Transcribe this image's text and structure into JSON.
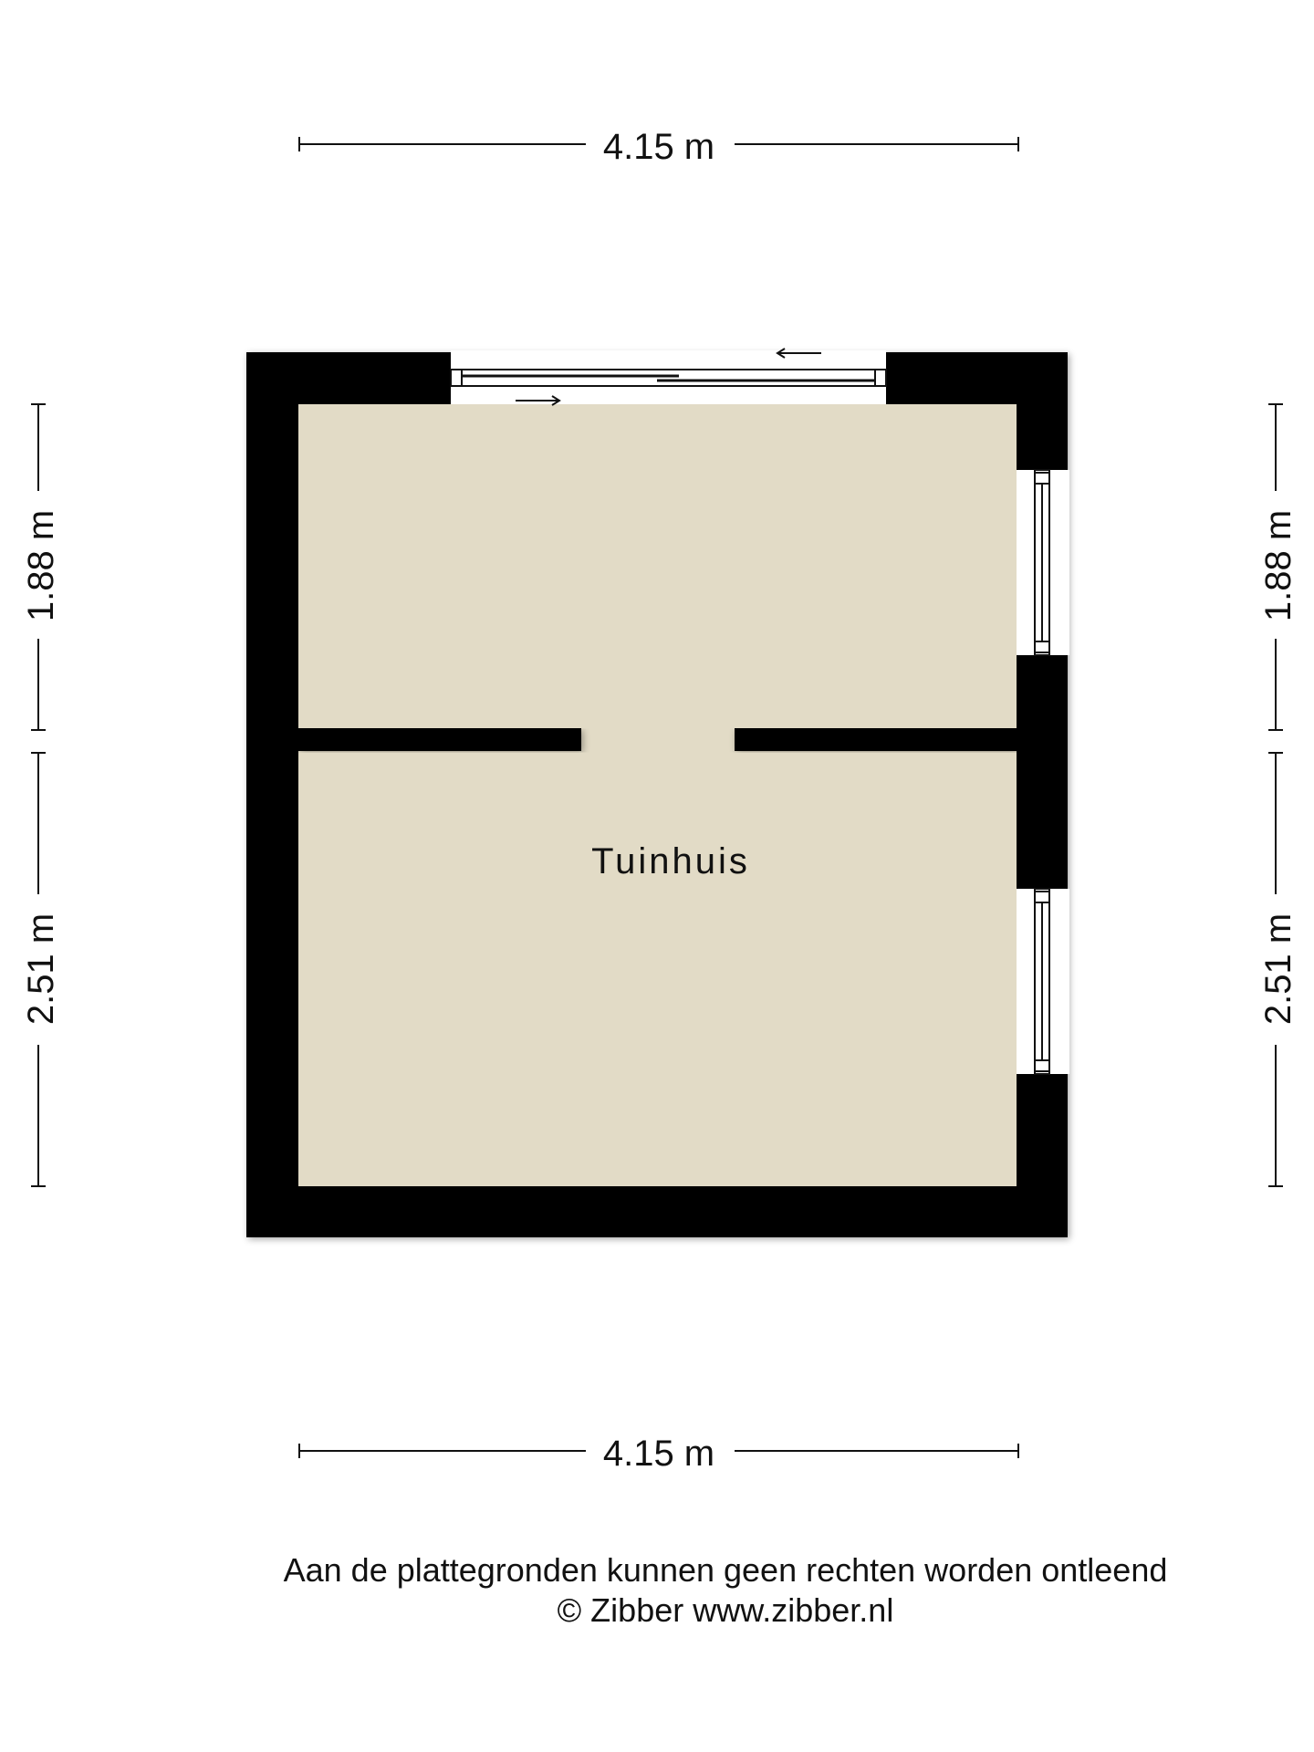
{
  "dimensions": {
    "top_width": "4.15 m",
    "bottom_width": "4.15 m",
    "left_upper": "1.88 m",
    "left_lower": "2.51 m",
    "right_upper": "1.88 m",
    "right_lower": "2.51 m"
  },
  "room": {
    "label": "Tuinhuis"
  },
  "colors": {
    "wall": "#000000",
    "floor": "#e2dbc6",
    "line": "#111111"
  },
  "footer": {
    "disclaimer": "Aan de plattegronden kunnen geen rechten worden ontleend",
    "copyright": "© Zibber www.zibber.nl"
  }
}
